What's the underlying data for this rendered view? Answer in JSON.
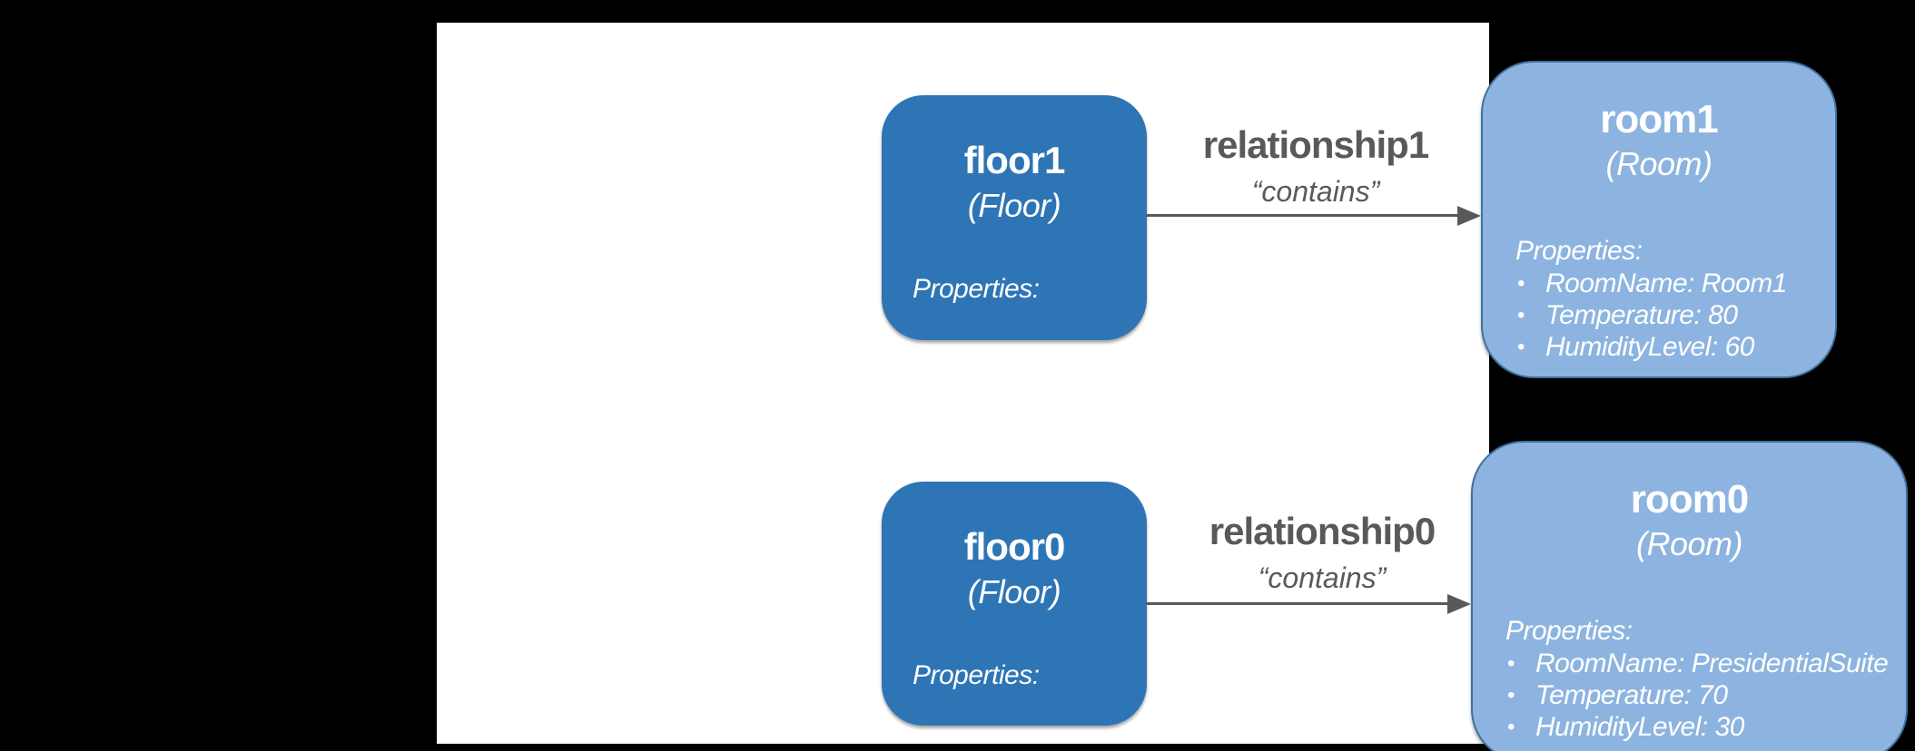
{
  "colors": {
    "page_bg": "#000000",
    "panel_bg": "#FFFFFF",
    "floor_fill": "#2E75B5",
    "room_fill": "#8DB4E0",
    "room_border": "#41719C",
    "arrow_color": "#595959",
    "label_text": "#595959",
    "node_text": "#FFFFFF"
  },
  "diagram": {
    "rows": [
      {
        "floor": {
          "title": "floor1",
          "subtitle": "(Floor)",
          "properties_label": "Properties:"
        },
        "relationship": {
          "name": "relationship1",
          "qualifier": "“contains”"
        },
        "room": {
          "title": "room1",
          "subtitle": "(Room)",
          "properties_label": "Properties:",
          "properties": [
            "RoomName: Room1",
            "Temperature: 80",
            "HumidityLevel: 60"
          ]
        }
      },
      {
        "floor": {
          "title": "floor0",
          "subtitle": "(Floor)",
          "properties_label": "Properties:"
        },
        "relationship": {
          "name": "relationship0",
          "qualifier": "“contains”"
        },
        "room": {
          "title": "room0",
          "subtitle": "(Room)",
          "properties_label": "Properties:",
          "properties": [
            "RoomName: PresidentialSuite",
            "Temperature: 70",
            "HumidityLevel: 30"
          ]
        }
      }
    ]
  }
}
